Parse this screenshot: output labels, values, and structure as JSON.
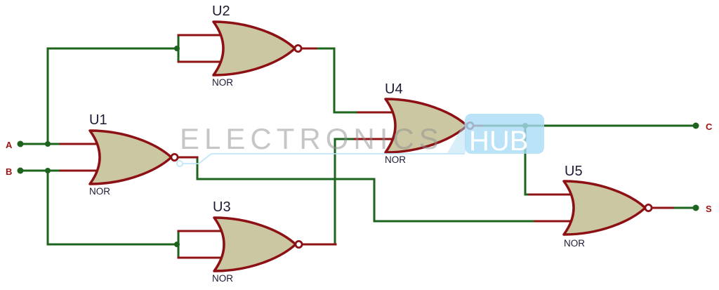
{
  "colors": {
    "background": "#ffffff",
    "wire": "#1d641d",
    "pin": "#8e1212",
    "gate_fill": "#cbc7a2",
    "gate_outline": "#8c1014",
    "label_navy": "#1b1b33",
    "terminal_red": "#9b1414",
    "watermark_gray": "#8f8f8f",
    "watermark_blue": "#a9dcf5",
    "watermark_line": "#b9e3f8"
  },
  "gates": [
    {
      "ref": "U1",
      "type": "NOR"
    },
    {
      "ref": "U2",
      "type": "NOR"
    },
    {
      "ref": "U3",
      "type": "NOR"
    },
    {
      "ref": "U4",
      "type": "NOR"
    },
    {
      "ref": "U5",
      "type": "NOR"
    }
  ],
  "terminals": [
    {
      "name": "A"
    },
    {
      "name": "B"
    },
    {
      "name": "C"
    },
    {
      "name": "S"
    }
  ],
  "watermark": {
    "text": "ELECTRONICS",
    "badge": "HUB"
  }
}
